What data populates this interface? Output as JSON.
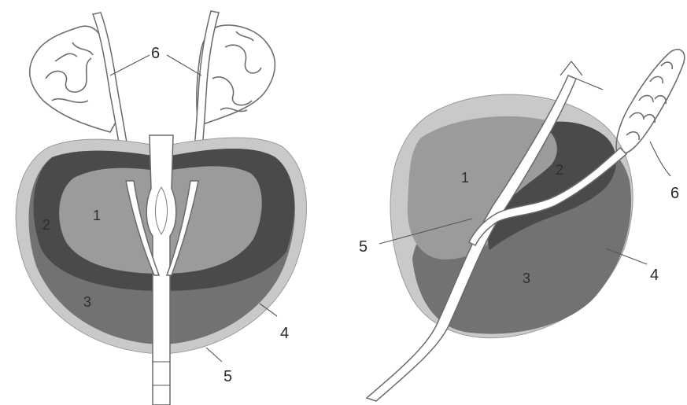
{
  "colors": {
    "capsule": "#c9c9c9",
    "zone_1": "#9b9b9b",
    "zone_2": "#4a4a4a",
    "zone_3": "#727272",
    "duct": "#ffffff",
    "outline": "#6e6e6e"
  },
  "left_view": {
    "labels": {
      "l1": "1",
      "l2": "2",
      "l3": "3",
      "l4": "4",
      "l5": "5",
      "l6": "6"
    }
  },
  "right_view": {
    "labels": {
      "l1": "1",
      "l2": "2",
      "l3": "3",
      "l4": "4",
      "l5": "5",
      "l6": "6"
    }
  }
}
